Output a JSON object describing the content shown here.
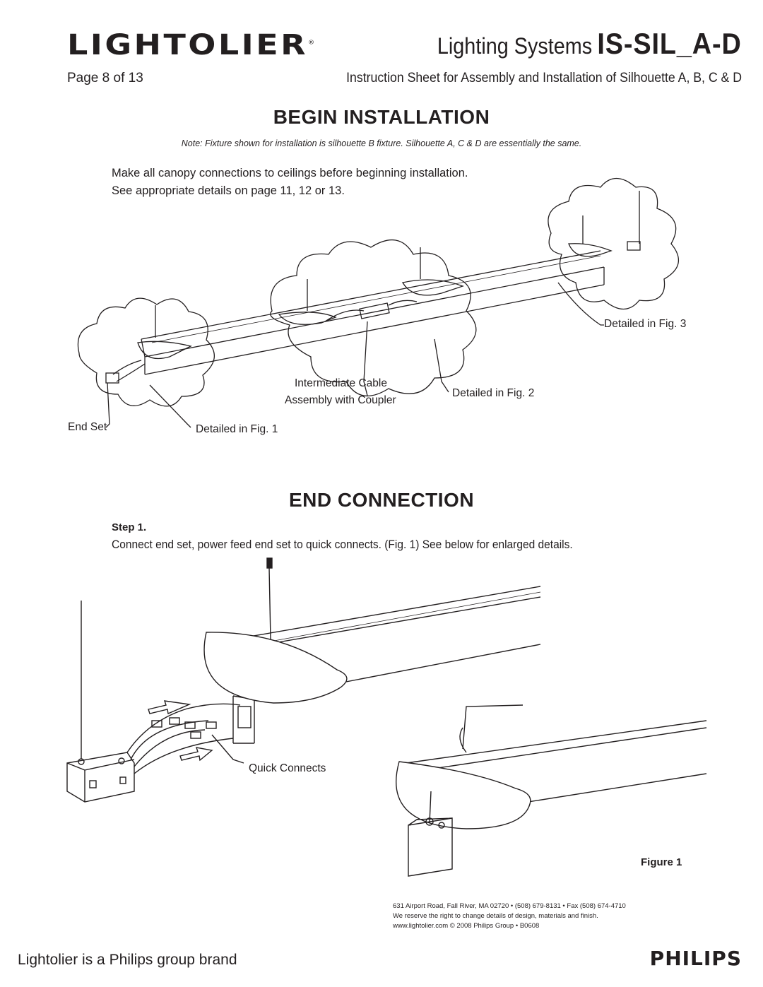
{
  "header": {
    "brand": "LIGHTOLIER",
    "brand_mark": "®",
    "systems_label": "Lighting Systems",
    "product_code": "IS-SIL_A-D",
    "page": "Page 8 of 13",
    "subtitle": "Instruction Sheet for Assembly and Installation of Silhouette A, B, C & D"
  },
  "begin": {
    "title": "BEGIN INSTALLATION",
    "note": "Note: Fixture shown for installation is silhouette B fixture. Silhouette A, C &  D are essentially the same.",
    "line1": "Make all canopy connections to ceilings before beginning installation.",
    "line2": "See appropriate details on page 11, 12 or 13.",
    "labels": {
      "fig3": "Detailed in Fig. 3",
      "intermediate1": "Intermediate Cable",
      "intermediate2": "Assembly with Coupler",
      "fig2": "Detailed in Fig. 2",
      "endset": "End Set",
      "fig1": "Detailed in Fig. 1"
    }
  },
  "end": {
    "title": "END CONNECTION",
    "step": "Step 1.",
    "step_text": "Connect end set, power feed end set to quick connects. (Fig. 1) See below for enlarged details.",
    "quick_connects": "Quick Connects",
    "figure": "Figure 1"
  },
  "footer": {
    "address": "631 Airport Road, Fall River, MA 02720 • (508) 679-8131 • Fax (508) 674-4710",
    "reserve": "We reserve the right to change details of design, materials and finish.",
    "web": "www.lightolier.com © 2008 Philips Group • B0608",
    "tagline": "Lightolier is a Philips group brand",
    "philips": "PHILIPS"
  }
}
